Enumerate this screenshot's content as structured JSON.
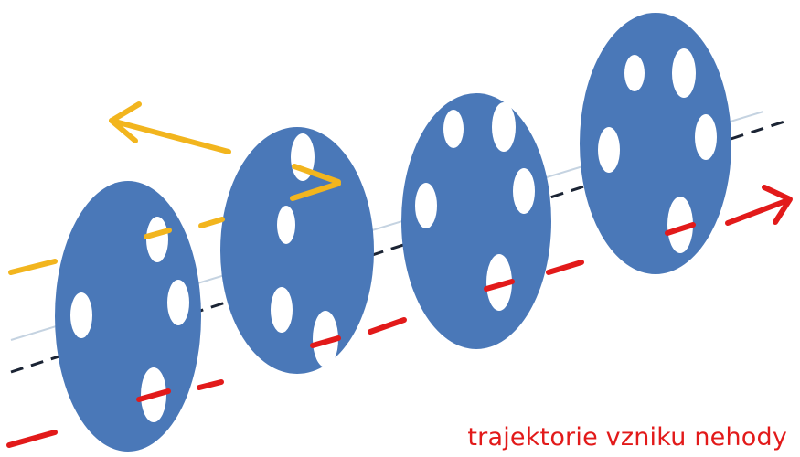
{
  "caption": "trajektorie vzniku nehody",
  "colors": {
    "slice": "#4a78b8",
    "hole": "#ffffff",
    "accident_arrow": "#e21a1a",
    "deflected_arrow": "#f2b51e",
    "axis_dashed": "#1b2434",
    "axis_light": "#c5d3e1",
    "caption": "#e21a1a"
  },
  "slices": [
    {
      "name": "slice-1",
      "holes": 4
    },
    {
      "name": "slice-2",
      "holes": 4
    },
    {
      "name": "slice-3",
      "holes": 5
    },
    {
      "name": "slice-4",
      "holes": 5
    }
  ],
  "legend_icons": {
    "accident_arrow": "red-arrow-icon",
    "deflected_arrow": "yellow-arrow-icon"
  }
}
